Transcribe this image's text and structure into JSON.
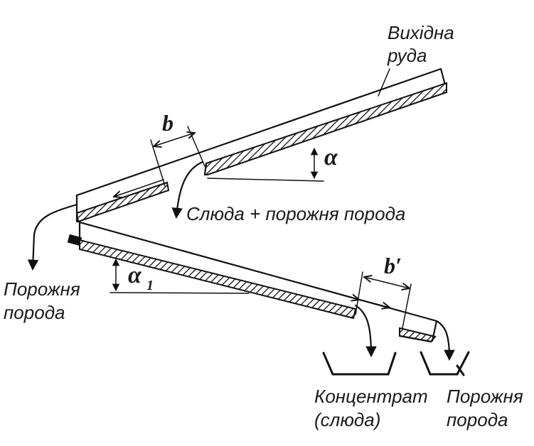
{
  "labels": {
    "input_ore_1": "Вихідна",
    "input_ore_2": "руда",
    "b": "b",
    "alpha": "α",
    "mica_waste": "Слюда + порожня порода",
    "waste_left_1": "Порожня",
    "waste_left_2": "порода",
    "alpha1": "α",
    "alpha1_sub": "1",
    "b_prime": "b′",
    "concentrate_1": "Концентрат",
    "concentrate_2": "(слюда)",
    "waste_right_1": "Порожня",
    "waste_right_2": "порода"
  }
}
